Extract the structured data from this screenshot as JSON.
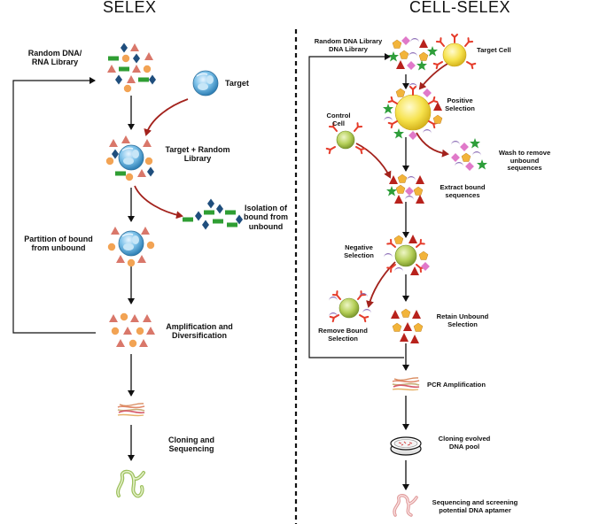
{
  "selex": {
    "title": "SELEX",
    "library_l1": "Random DNA/",
    "library_l2": "RNA Library",
    "target": "Target",
    "target_random_l1": "Target + Random",
    "target_random_l2": "Library",
    "isolation_l1": "Isolation of",
    "isolation_l2": "bound from",
    "isolation_l3": "unbound",
    "partition_l1": "Partition of bound",
    "partition_l2": "from unbound",
    "amplification_l1": "Amplification and",
    "amplification_l2": "Diversification",
    "cloning_l1": "Cloning and",
    "cloning_l2": "Sequencing"
  },
  "cell_selex": {
    "title": "CELL-SELEX",
    "library_l1": "Random DNA Library",
    "library_l2": "DNA Library",
    "target_cell": "Target Cell",
    "positive_l1": "Positive",
    "positive_l2": "Selection",
    "control_l1": "Control",
    "control_l2": "Cell",
    "wash_l1": "Wash to remove",
    "wash_l2": "unbound",
    "wash_l3": "sequences",
    "extract_l1": "Extract bound",
    "extract_l2": "sequences",
    "negative_l1": "Negative",
    "negative_l2": "Selection",
    "remove_l1": "Remove Bound",
    "remove_l2": "Selection",
    "retain_l1": "Retain Unbound",
    "retain_l2": "Selection",
    "pcr": "PCR Amplification",
    "cloning_l1": "Cloning evolved",
    "cloning_l2": "DNA pool",
    "seq_l1": "Sequencing and screening",
    "seq_l2": "potential DNA aptamer"
  },
  "colors": {
    "triangle": "#d9776a",
    "circle": "#f2a354",
    "diamond": "#1f4e7d",
    "rect": "#2f9e33",
    "target": "#6fb5e0",
    "red_arrow": "#a3221c",
    "cell_yellow": "#f4e04a",
    "cell_green": "#b5cf58",
    "receptor": "#e53b2a"
  }
}
